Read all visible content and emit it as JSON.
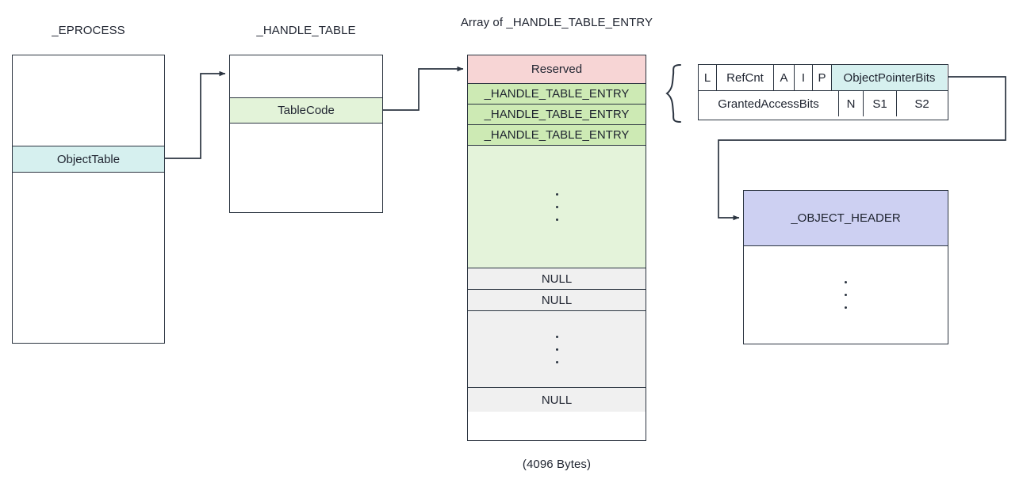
{
  "diagram": {
    "title": "Windows handle table layout",
    "colors": {
      "stroke": "#2b3440",
      "object_table_fill": "#d6f0ef",
      "table_code_fill": "#e3f3d9",
      "reserved_fill": "#f7d5d5",
      "entry_fill": "#cdeab4",
      "entry_gap_fill": "#e4f3da",
      "null_fill": "#f0f0f0",
      "object_header_fill": "#cdd0f2",
      "object_pointer_bits_fill": "#d6f0ef"
    }
  },
  "eprocess": {
    "caption": "_EPROCESS",
    "rows": [
      {
        "label": "",
        "kind": "empty"
      },
      {
        "label": "ObjectTable",
        "kind": "highlight-cyan"
      },
      {
        "label": "",
        "kind": "empty"
      }
    ]
  },
  "handle_table": {
    "caption": "_HANDLE_TABLE",
    "rows": [
      {
        "label": "",
        "kind": "empty"
      },
      {
        "label": "TableCode",
        "kind": "highlight-green"
      },
      {
        "label": "",
        "kind": "empty"
      }
    ]
  },
  "entry_array": {
    "caption": "Array of _HANDLE_TABLE_ENTRY",
    "footer": "(4096 Bytes)",
    "cells": [
      {
        "label": "Reserved",
        "kind": "reserved"
      },
      {
        "label": "_HANDLE_TABLE_ENTRY",
        "kind": "entry"
      },
      {
        "label": "_HANDLE_TABLE_ENTRY",
        "kind": "entry"
      },
      {
        "label": "_HANDLE_TABLE_ENTRY",
        "kind": "entry"
      },
      {
        "label": "",
        "kind": "entry-gap-dots"
      },
      {
        "label": "NULL",
        "kind": "null"
      },
      {
        "label": "NULL",
        "kind": "null"
      },
      {
        "label": "",
        "kind": "null-gap-dots"
      },
      {
        "label": "NULL",
        "kind": "null"
      }
    ]
  },
  "handle_table_entry_bits": {
    "row1": [
      {
        "label": "L",
        "highlight": false
      },
      {
        "label": "RefCnt",
        "highlight": false
      },
      {
        "label": "A",
        "highlight": false
      },
      {
        "label": "I",
        "highlight": false
      },
      {
        "label": "P",
        "highlight": false
      },
      {
        "label": "ObjectPointerBits",
        "highlight": true
      }
    ],
    "row2": [
      {
        "label": "GrantedAccessBits",
        "highlight": false
      },
      {
        "label": "N",
        "highlight": false
      },
      {
        "label": "S1",
        "highlight": false
      },
      {
        "label": "S2",
        "highlight": false
      }
    ]
  },
  "object_header": {
    "rows": [
      {
        "label": "_OBJECT_HEADER",
        "kind": "highlight-purple"
      },
      {
        "label": "",
        "kind": "dots"
      }
    ]
  }
}
